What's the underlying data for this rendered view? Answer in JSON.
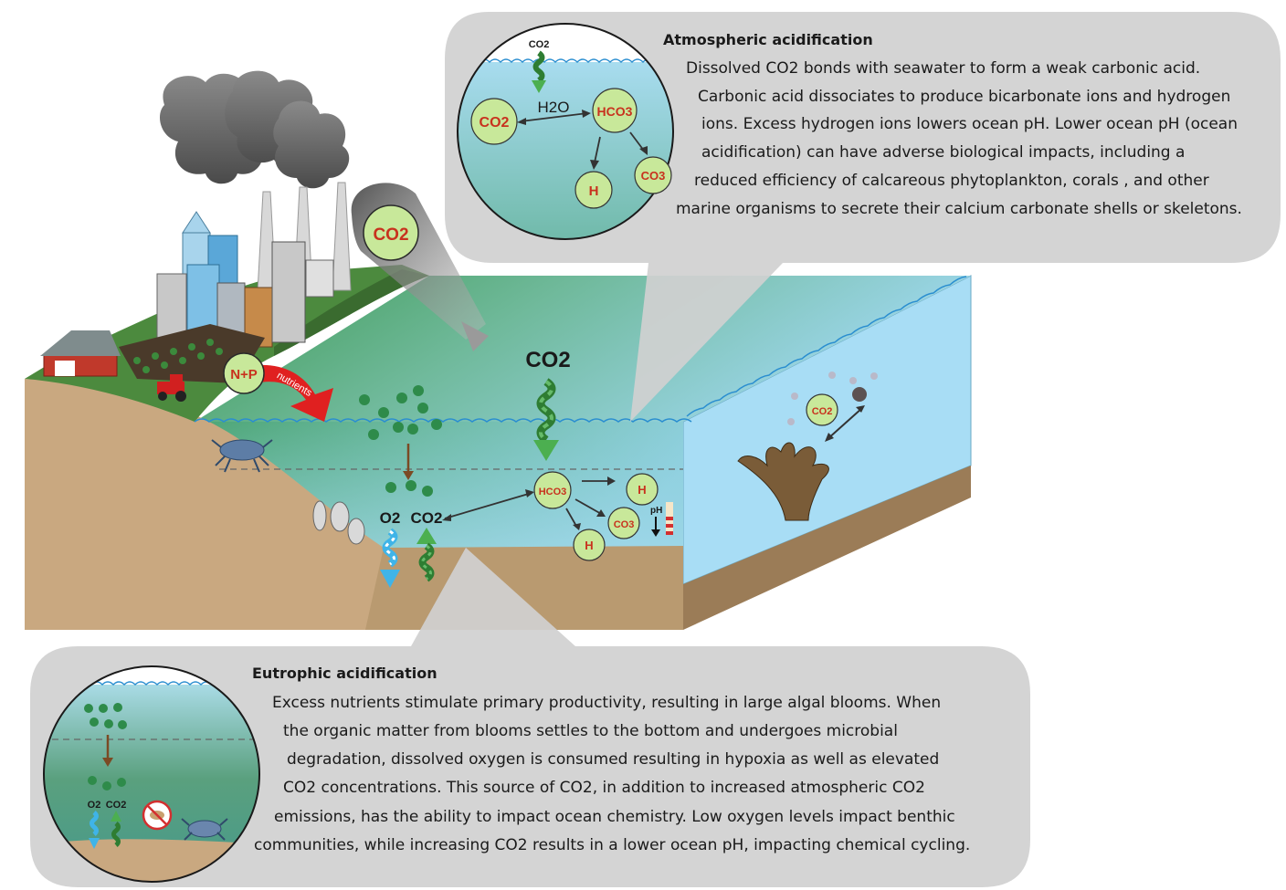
{
  "atmospheric": {
    "title": "Atmospheric acidification",
    "lines": [
      "Dissolved CO2 bonds with seawater to form a weak carbonic acid.",
      "Carbonic acid dissociates to produce bicarbonate ions and hydrogen",
      "ions. Excess hydrogen ions lowers ocean pH. Lower ocean pH (ocean",
      "acidification) can have adverse biological impacts, including a",
      "reduced efficiency of calcareous phytoplankton, corals , and other",
      "marine organisms to secrete their calcium carbonate shells or skeletons."
    ],
    "inset_labels": {
      "co2_top": "CO2",
      "h2o": "H2O",
      "co2": "CO2",
      "hco3": "HCO3",
      "h": "H",
      "co3": "CO3"
    }
  },
  "eutrophic": {
    "title": "Eutrophic acidification",
    "lines": [
      "Excess nutrients stimulate primary productivity, resulting in large algal blooms. When",
      "the organic matter from blooms settles to the bottom and undergoes microbial",
      "degradation, dissolved oxygen is consumed resulting in hypoxia as well as elevated",
      "CO2 concentrations. This source of CO2, in addition to increased atmospheric CO2",
      "emissions, has the ability to impact ocean chemistry. Low oxygen levels impact benthic",
      "communities, while increasing CO2 results in a lower ocean pH, impacting chemical cycling."
    ],
    "inset_labels": {
      "o2": "O2",
      "co2": "CO2"
    }
  },
  "scene": {
    "co2_emission": "CO2",
    "co2_surface": "CO2",
    "np_label": "N+P",
    "nutrients_label": "nutrients",
    "o2_label": "O2",
    "co2_bottom": "CO2",
    "hco3": "HCO3",
    "h_plus": "H",
    "co3": "CO3",
    "ph_label": "pH",
    "reef_co2": "CO2"
  },
  "colors": {
    "callout_bg": "#d0d0d0",
    "circle_green": "#c8e89a",
    "chem_red": "#c8321e",
    "water_blue": "#9fd8f2",
    "sediment": "#b89a72",
    "arrow_green": "#3aa63a",
    "arrow_blue": "#3fb4e8",
    "nutrient_red": "#e02020"
  }
}
